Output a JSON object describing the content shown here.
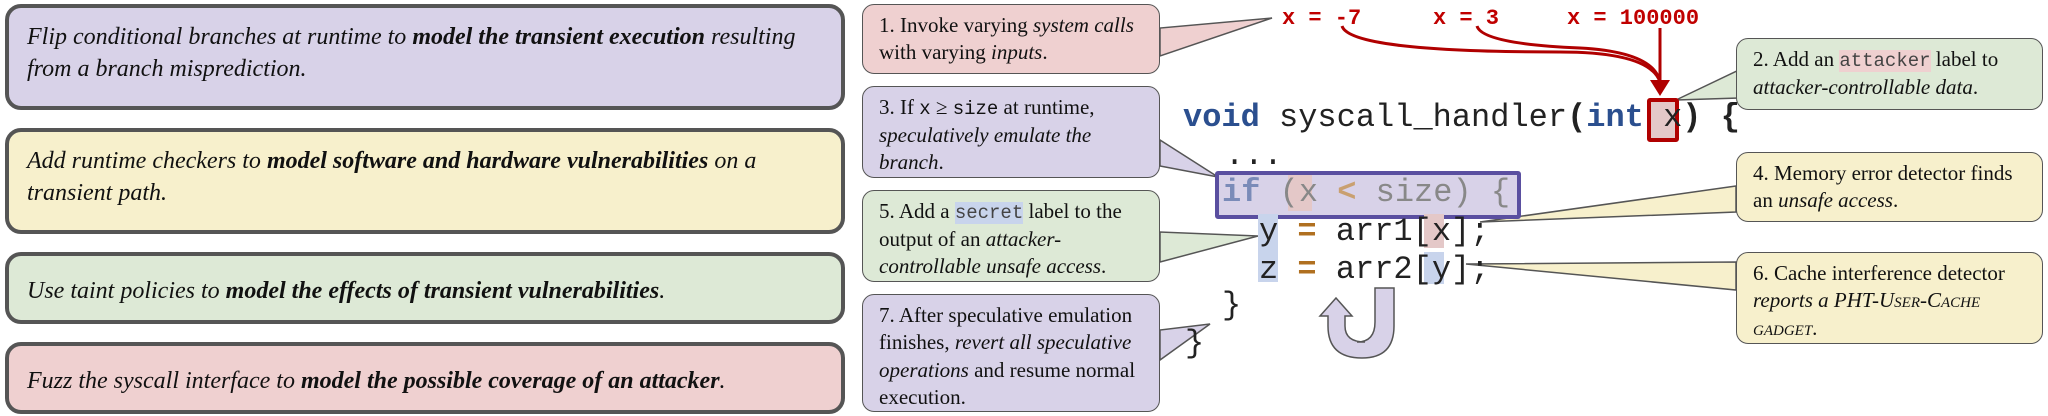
{
  "left_boxes": [
    {
      "pre": "Flip conditional branches at runtime to ",
      "bold": "model the transient execution",
      "post": " resulting from a branch misprediction.",
      "color": "#d8d2e8"
    },
    {
      "pre": "Add runtime checkers to ",
      "bold": "model software and hardware vulnerabilities",
      "post": " on a transient path.",
      "color": "#f7f0cc"
    },
    {
      "pre": "Use taint policies to ",
      "bold": "model the effects of transient vulnerabilities",
      "post": ".",
      "color": "#dde9d6"
    },
    {
      "pre": "Fuzz the syscall interface to ",
      "bold": "model the possible coverage of an attacker",
      "post": ".",
      "color": "#efd0d0"
    }
  ],
  "inputs": [
    "x = -7",
    "x = 3",
    "x = 100000"
  ],
  "code": {
    "line1_kw": "void",
    "line1_fn": " syscall_handler",
    "line1_paren": "(",
    "line1_type": "int",
    "line1_arg": "x",
    "line1_close": ") {",
    "dots": "...",
    "if_kw": "if",
    "if_open": " (",
    "if_x": "x",
    "if_lt": "<",
    "if_size": " size) {",
    "y_var": "y",
    "y_eq": "=",
    "y_arr": " arr1[",
    "y_idx": "x",
    "y_close": "];",
    "z_var": "z",
    "z_eq": "=",
    "z_arr": " arr2[",
    "z_idx": "y",
    "z_close": "];",
    "brace1": "}",
    "brace2": "}"
  },
  "callouts": {
    "c1": {
      "n": "1. Invoke varying ",
      "i1": "system calls",
      "m": " with varying ",
      "i2": "inputs",
      "e": "."
    },
    "c2": {
      "n": "2. Add an ",
      "code": "attacker",
      "m": " label to ",
      "i": "attacker-controllable data",
      "e": "."
    },
    "c3": {
      "n": "3. If ",
      "code1": "x",
      "ge": " ≥ ",
      "code2": "size",
      "m": " at runtime, ",
      "i": "speculatively emulate the branch",
      "e": "."
    },
    "c4": {
      "n": "4. Memory error detector finds an ",
      "i": "unsafe access",
      "e": "."
    },
    "c5": {
      "n": "5. Add a ",
      "code": "secret",
      "m": " label to the output of an ",
      "i": "attacker-controllable unsafe access",
      "e": "."
    },
    "c6": {
      "n": "6. Cache interference detector ",
      "i": "reports a",
      "g": "PHT-User-Cache gadget",
      "e": "."
    },
    "c7": {
      "n": "7. After speculative emulation finishes, ",
      "i": "revert all speculative operations",
      "e": " and resume normal execution."
    }
  },
  "colors": {
    "purple": "#d8d2e8",
    "yellow": "#f7f0cc",
    "green": "#dde9d6",
    "red": "#efd0d0",
    "code_blue": "#2b4f8f",
    "input_red": "#c00000",
    "op_orange": "#b07020",
    "arrow_red": "#b00000"
  }
}
